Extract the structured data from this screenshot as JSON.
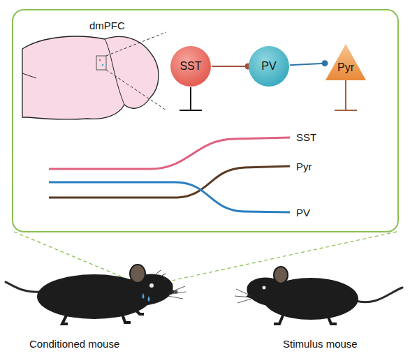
{
  "diagram": {
    "nodes": [
      {
        "text": [
          "SST"
        ]
      },
      {
        "text": [
          "PV"
        ]
      },
      {
        "text": [
          "Pyr"
        ]
      }
    ],
    "edges": [
      {
        "from": 0,
        "to": 1,
        "arrow": "to"
      },
      {
        "from": 1,
        "to": 2,
        "arrow": "to"
      }
    ],
    "labels": [
      "dmPFC",
      "SST",
      "Pyr",
      "PV",
      "Conditioned mouse",
      "Stimulus mouse"
    ]
  }
}
